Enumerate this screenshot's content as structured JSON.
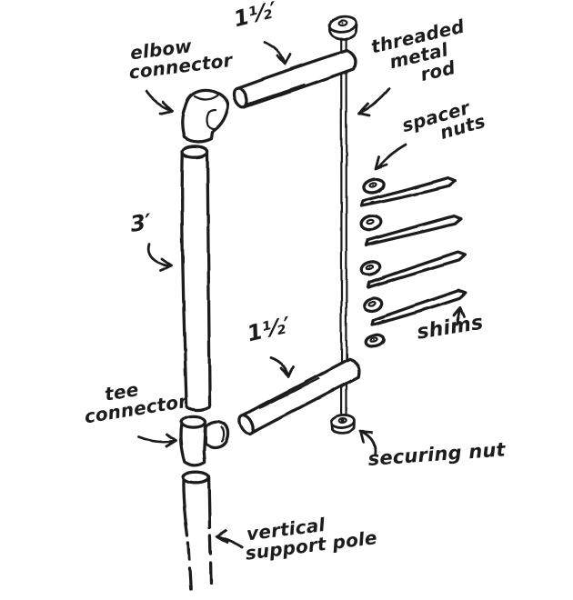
{
  "colors": {
    "ink": "#1c1c1c",
    "paper": "#ffffff"
  },
  "labels": {
    "elbow_connector": [
      "elbow",
      "connector"
    ],
    "top_rail_length": "1½′",
    "threaded_metal_rod": [
      "threaded",
      "metal",
      "rod"
    ],
    "spacer_nuts": [
      "spacer",
      "nuts"
    ],
    "vertical_pipe_length": "3′",
    "shims": "shims",
    "bottom_rail_length": "1½′",
    "tee_connector": [
      "tee",
      "connector"
    ],
    "securing_nut": "securing nut",
    "vertical_support_pole": [
      "vertical",
      "support pole"
    ]
  }
}
